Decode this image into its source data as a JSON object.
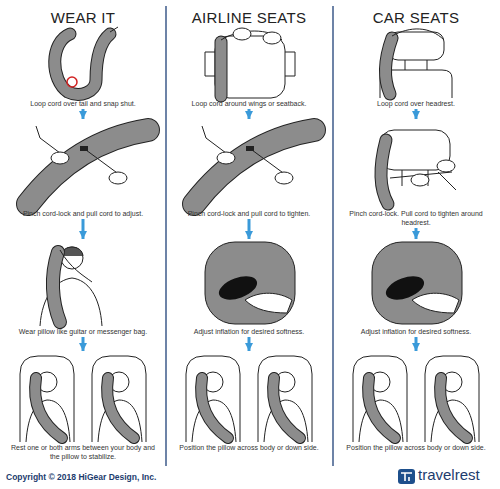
{
  "diagram": {
    "nodes": [
      {
        "text": [
          "WEAR IT"
        ]
      },
      {
        "text": [
          "Loop cord over tail and snap shut."
        ],
        "in": 0
      },
      {
        "text": [
          "Pinch cord-lock and pull cord to adjust."
        ],
        "in": 0
      },
      {
        "text": [
          "Wear pillow like guitar or messenger bag."
        ],
        "in": 0
      },
      {
        "text": [
          "Rest one or both arms between your body and the pillow to stabilize."
        ],
        "in": 0
      },
      {
        "text": [
          "AIRLINE SEATS"
        ]
      },
      {
        "text": [
          "Loop cord around wings or seatback."
        ],
        "in": 5
      },
      {
        "text": [
          "Pinch cord-lock and pull cord to tighten."
        ],
        "in": 5
      },
      {
        "text": [
          "Adjust inflation for desired softness."
        ],
        "in": 5
      },
      {
        "text": [
          "Position the pillow across body or down side."
        ],
        "in": 5
      },
      {
        "text": [
          "CAR SEATS"
        ]
      },
      {
        "text": [
          "Loop cord over headrest."
        ],
        "in": 10
      },
      {
        "text": [
          "Pinch cord-lock. Pull cord to tighten around headrest."
        ],
        "in": 10
      },
      {
        "text": [
          "Adjust inflation for desired softness."
        ],
        "in": 10
      },
      {
        "text": [
          "Position the pillow across body or down side."
        ],
        "in": 10
      }
    ],
    "edges": [
      {
        "from": 1,
        "to": 2,
        "arrow": "to"
      },
      {
        "from": 2,
        "to": 3,
        "arrow": "to"
      },
      {
        "from": 3,
        "to": 4,
        "arrow": "to"
      },
      {
        "from": 6,
        "to": 7,
        "arrow": "to"
      },
      {
        "from": 7,
        "to": 8,
        "arrow": "to"
      },
      {
        "from": 8,
        "to": 9,
        "arrow": "to"
      },
      {
        "from": 11,
        "to": 12,
        "arrow": "to"
      },
      {
        "from": 12,
        "to": 13,
        "arrow": "to"
      },
      {
        "from": 13,
        "to": 14,
        "arrow": "to"
      }
    ],
    "labels": [
      "Copyright © 2018 HiGear Design, Inc.",
      "travelrest"
    ]
  }
}
